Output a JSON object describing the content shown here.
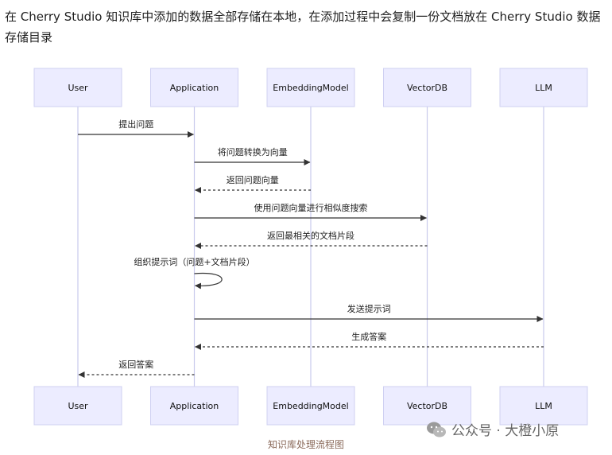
{
  "intro": "在 Cherry Studio 知识库中添加的数据全部存储在本地，在添加过程中会复制一份文档放在 Cherry Studio 数据存储目录",
  "caption": "知识库处理流程图",
  "watermark": "公众号 · 大橙小原",
  "colors": {
    "actor_fill": "#ECECFF",
    "actor_border": "#cfd0f2",
    "lifeline": "#c9caec",
    "arrow": "#333333"
  },
  "diagram": {
    "type": "sequence",
    "participants": [
      "User",
      "Application",
      "EmbeddingModel",
      "VectorDB",
      "LLM"
    ],
    "messages": [
      {
        "from": "User",
        "to": "Application",
        "text": "提出问题",
        "style": "solid"
      },
      {
        "from": "Application",
        "to": "EmbeddingModel",
        "text": "将问题转换为向量",
        "style": "solid"
      },
      {
        "from": "EmbeddingModel",
        "to": "Application",
        "text": "返回问题向量",
        "style": "dashed"
      },
      {
        "from": "Application",
        "to": "VectorDB",
        "text": "使用问题向量进行相似度搜索",
        "style": "solid"
      },
      {
        "from": "VectorDB",
        "to": "Application",
        "text": "返回最相关的文档片段",
        "style": "dashed"
      },
      {
        "from": "Application",
        "to": "Application",
        "text": "组织提示词（问题+文档片段）",
        "style": "solid"
      },
      {
        "from": "Application",
        "to": "LLM",
        "text": "发送提示词",
        "style": "solid"
      },
      {
        "from": "LLM",
        "to": "Application",
        "text": "生成答案",
        "style": "dashed"
      },
      {
        "from": "Application",
        "to": "User",
        "text": "返回答案",
        "style": "dashed"
      }
    ]
  }
}
